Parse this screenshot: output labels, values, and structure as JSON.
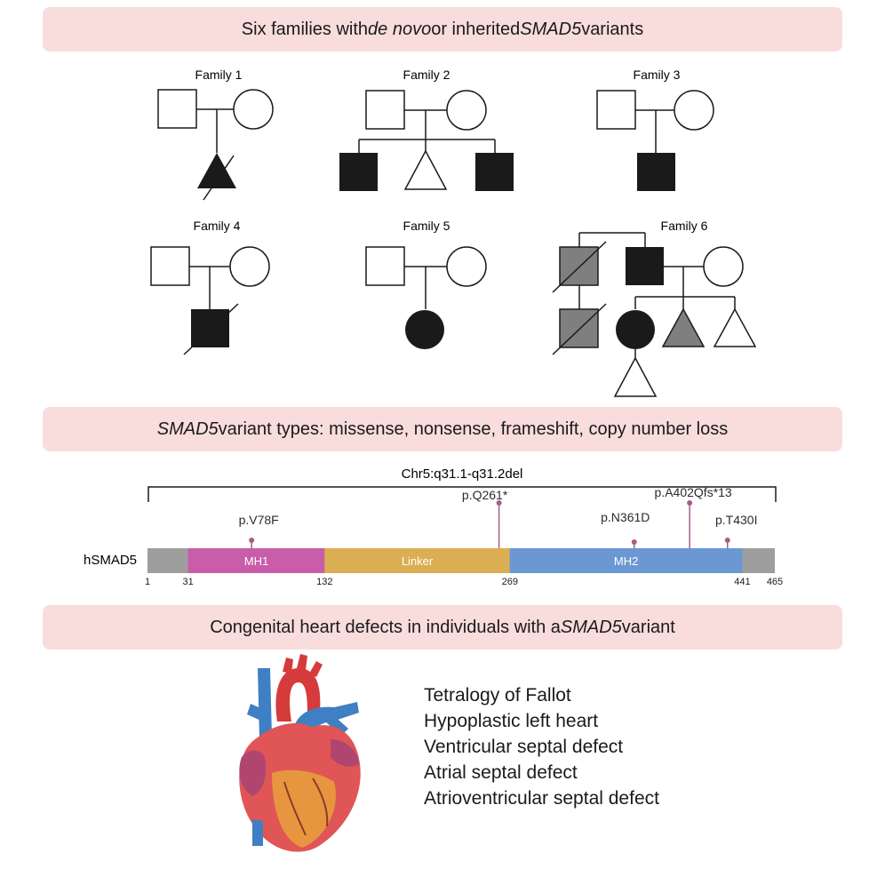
{
  "banners": {
    "families": {
      "pre": "Six families with ",
      "it1": "de novo",
      "mid": " or inherited ",
      "it2": "SMAD5",
      "post": " variants"
    },
    "variants": {
      "it1": "SMAD5",
      "post": " variant types: missense, nonsense, frameshift, copy number loss"
    },
    "chd": {
      "pre": "Congenital heart defects in individuals with a ",
      "it1": "SMAD5",
      "post": " variant"
    }
  },
  "families": [
    "Family 1",
    "Family 2",
    "Family 3",
    "Family 4",
    "Family 5",
    "Family 6"
  ],
  "gene": {
    "name": "hSMAD5",
    "deletion_label": "Chr5:q31.1-q31.2del",
    "length": 465,
    "domains": [
      {
        "label": "MH1",
        "start": 31,
        "end": 132,
        "color": "#c95daa"
      },
      {
        "label": "Linker",
        "start": 132,
        "end": 269,
        "color": "#dcae53"
      },
      {
        "label": "MH2",
        "start": 269,
        "end": 441,
        "color": "#6b97d3"
      }
    ],
    "positions": [
      "1",
      "31",
      "132",
      "269",
      "441",
      "465"
    ],
    "variants": [
      "p.V78F",
      "p.Q261*",
      "p.N361D",
      "p.A402Qfs*13",
      "p.T430I"
    ]
  },
  "colors": {
    "banner": "#f9dcdc",
    "lollipop": "#a65c86",
    "backbone": "#9e9e9e",
    "affected": "#1a1a1a",
    "carrier": "#7f7f7f"
  },
  "heart_icon": "heart-anatomy-icon",
  "defects": [
    "Tetralogy of Fallot",
    "Hypoplastic left heart",
    "Ventricular septal defect",
    "Atrial septal defect",
    "Atrioventricular septal defect"
  ]
}
